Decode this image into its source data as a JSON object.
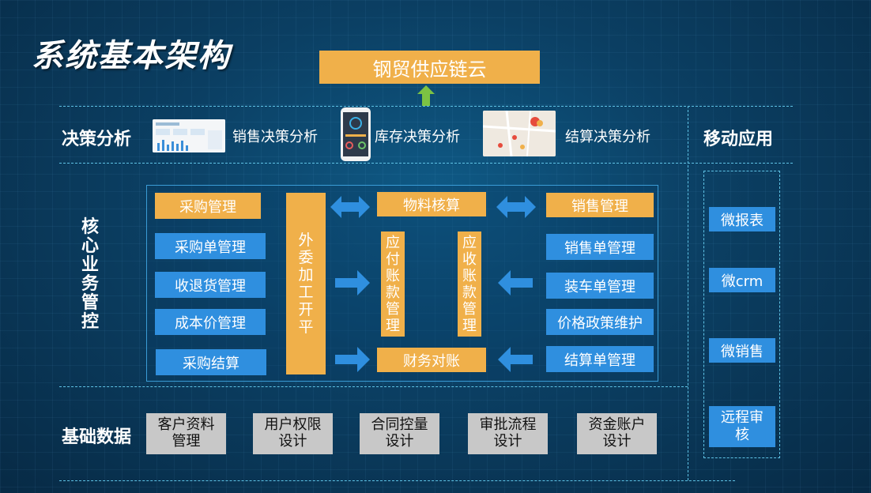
{
  "title": "系统基本架构",
  "top_node": "钢贸供应链云",
  "rows": {
    "decision": "决策分析",
    "core": "核心业务管控",
    "base": "基础数据",
    "mobile": "移动应用"
  },
  "decision_items": [
    "销售决策分析",
    "库存决策分析",
    "结算决策分析"
  ],
  "core": {
    "left": [
      "采购管理",
      "采购单管理",
      "收退货管理",
      "成本价管理",
      "采购结算"
    ],
    "outsource": "外委加工开平",
    "center_top": "物料核算",
    "payable": "应付账款管理",
    "receivable": "应收账款管理",
    "center_bottom": "财务对账",
    "right": [
      "销售管理",
      "销售单管理",
      "装车单管理",
      "价格政策维护",
      "结算单管理"
    ]
  },
  "base_items": [
    "客户资料\n管理",
    "用户权限\n设计",
    "合同控量\n设计",
    "审批流程\n设计",
    "资金账户\n设计"
  ],
  "mobile_items": [
    "微报表",
    "微crm",
    "微销售",
    "远程审核"
  ],
  "colors": {
    "orange": "#f0b04a",
    "blue": "#2f8fdf",
    "gray": "#c8c8c8",
    "green_arrow": "#7cc243",
    "background": "#0b3f63"
  }
}
